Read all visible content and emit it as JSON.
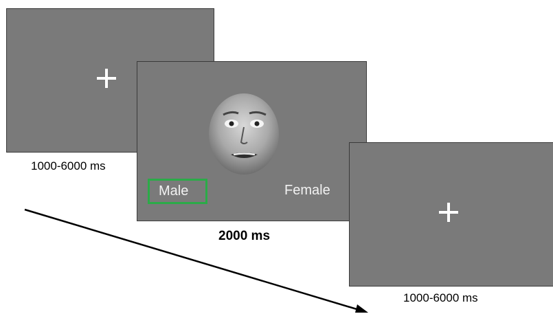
{
  "screens": [
    {
      "type": "fixation",
      "symbol": "+",
      "duration": "1000-6000 ms"
    },
    {
      "type": "stimulus",
      "duration": "2000 ms",
      "response_options": {
        "left": "Male",
        "right": "Female",
        "selected": "left"
      },
      "face_expression": "fearful"
    },
    {
      "type": "fixation",
      "symbol": "+",
      "duration": "1000-6000 ms"
    }
  ],
  "colors": {
    "screen_background": "#7a7a7a",
    "fixation": "#ffffff",
    "selection_box": "#2bab48",
    "label_text": "#f2f2f2"
  },
  "icons": {
    "fixation": "plus-cross",
    "stimulus": "face-photo",
    "timeline": "arrow-right-down"
  }
}
